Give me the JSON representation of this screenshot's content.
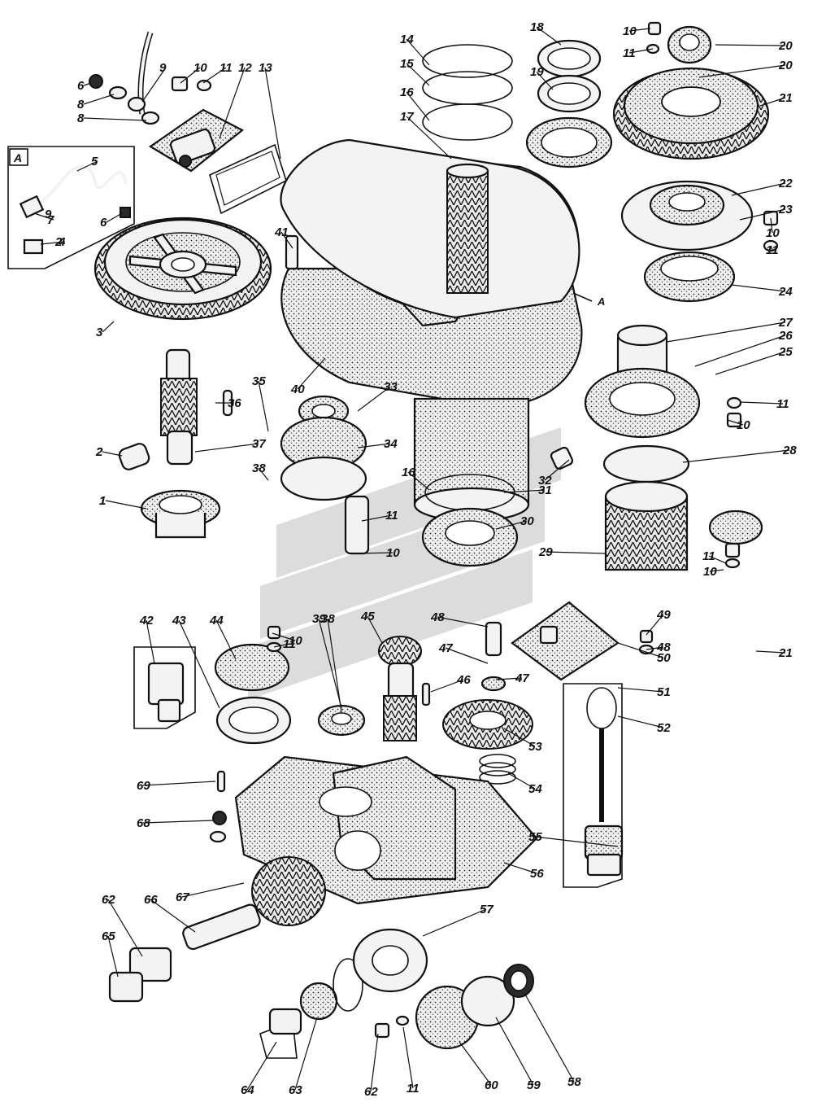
{
  "diagram": {
    "inset_label": "А",
    "arrow_label": "А",
    "callouts": [
      "1",
      "2",
      "3",
      "4",
      "5",
      "6",
      "6",
      "7",
      "8",
      "8",
      "9",
      "10",
      "10",
      "10",
      "10",
      "10",
      "10",
      "10",
      "11",
      "11",
      "11",
      "11",
      "11",
      "11",
      "11",
      "11",
      "12",
      "13",
      "14",
      "15",
      "16",
      "16",
      "17",
      "18",
      "19",
      "20",
      "20",
      "21",
      "21",
      "22",
      "23",
      "24",
      "25",
      "26",
      "27",
      "28",
      "29",
      "30",
      "31",
      "32",
      "33",
      "34",
      "35",
      "36",
      "37",
      "38",
      "38",
      "39",
      "40",
      "41",
      "42",
      "43",
      "44",
      "45",
      "46",
      "47",
      "47",
      "48",
      "48",
      "49",
      "50",
      "51",
      "52",
      "53",
      "54",
      "55",
      "56",
      "57",
      "58",
      "59",
      "60",
      "62",
      "62",
      "63",
      "64",
      "65",
      "66",
      "67",
      "68",
      "69"
    ]
  }
}
